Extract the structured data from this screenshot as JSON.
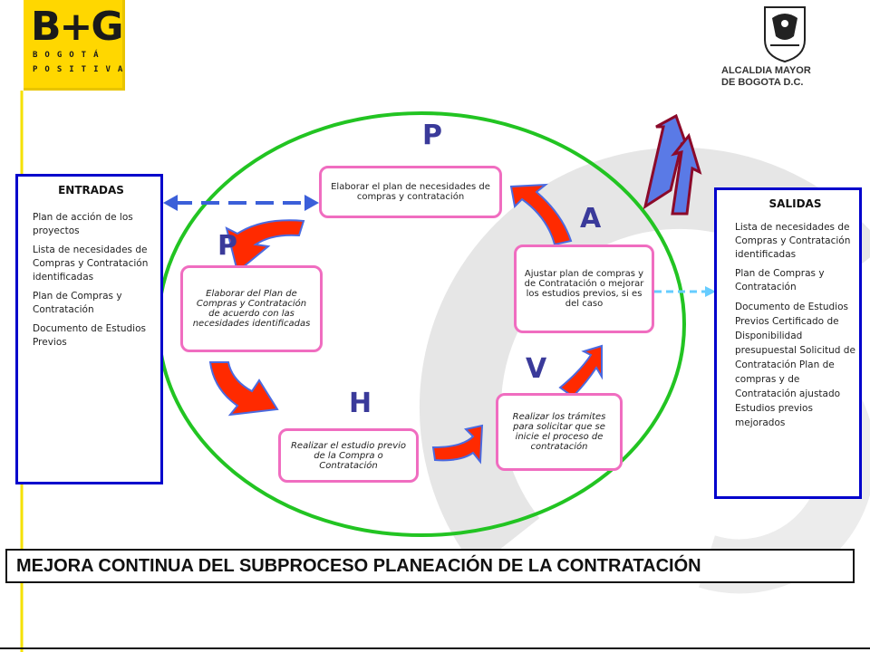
{
  "logos": {
    "bog_text": "B+G",
    "bog_line1": "BOGOTÁ",
    "bog_line2": "POSITIVA",
    "alcaldia_line1": "ALCALDIA MAYOR",
    "alcaldia_line2": "DE BOGOTA D.C."
  },
  "entradas": {
    "title": "ENTRADAS",
    "items": [
      "Plan de acción de los proyectos",
      "Lista de necesidades de Compras y Contratación identificadas",
      "Plan de Compras y Contratación",
      "Documento de Estudios Previos"
    ]
  },
  "salidas": {
    "title": "SALIDAS",
    "items": [
      "Lista de necesidades de Compras y Contratación identificadas",
      "Plan de Compras y Contratación",
      "Documento de Estudios Previos Certificado de Disponibilidad presupuestal Solicitud de Contratación Plan de compras y de Contratación ajustado Estudios previos mejorados"
    ]
  },
  "cycle": {
    "letter_top": "P",
    "letter_left": "P",
    "letter_h": "H",
    "letter_v": "V",
    "letter_a": "A",
    "box_top": "Elaborar el plan de necesidades de compras y contratación",
    "box_left": "Elaborar  del Plan de Compras y Contratación  de acuerdo con  las necesidades identificadas",
    "box_bottom": "Realizar el estudio previo de la Compra o Contratación",
    "box_right_bottom": "Realizar los trámites para solicitar que se inicie el proceso de contratación",
    "box_right": "Ajustar plan de compras y de Contratación o mejorar los estudios previos, si es del caso"
  },
  "footer": {
    "title": "MEJORA CONTINUA DEL SUBPROCESO PLANEACIÓN DE LA CONTRATACIÓN"
  },
  "colors": {
    "yellow": "#ffd700",
    "blue_border": "#0000cc",
    "pink_border": "#f06dc0",
    "green_ellipse": "#22c422",
    "arrow_red": "#ff2a00",
    "letter_color": "#3a3a9a"
  }
}
